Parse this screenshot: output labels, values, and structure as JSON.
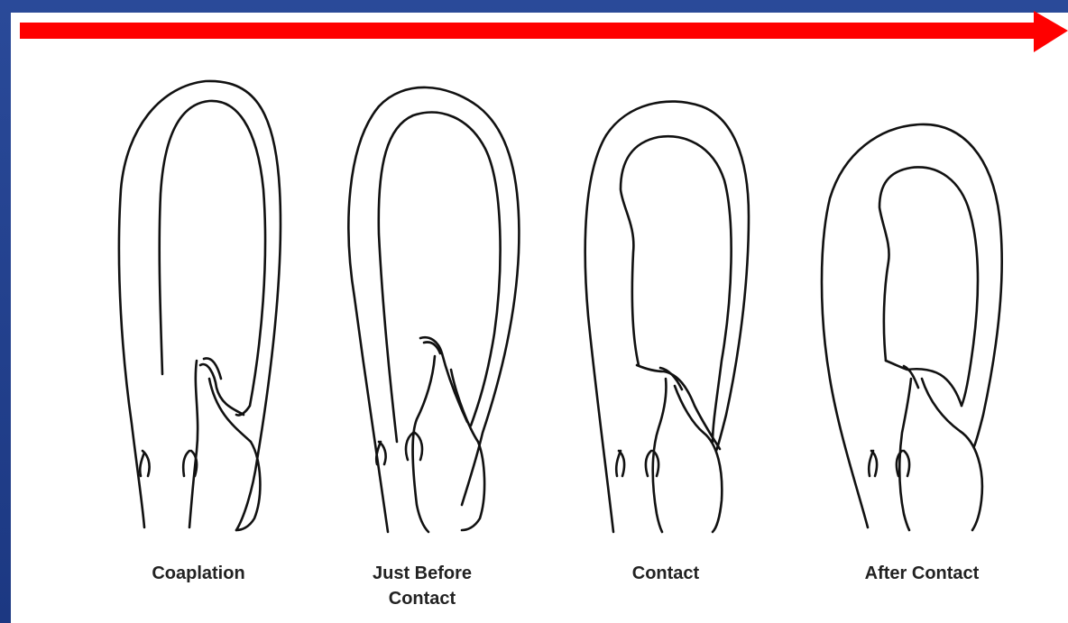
{
  "direction_arrow": {
    "color": "#ff0000"
  },
  "background_color": "#1f3d8c",
  "panel_color": "#ffffff",
  "stages": [
    {
      "label": "Coaplation"
    },
    {
      "label": "Just Before\nContact"
    },
    {
      "label": "Contact"
    },
    {
      "label": "After Contact"
    }
  ]
}
